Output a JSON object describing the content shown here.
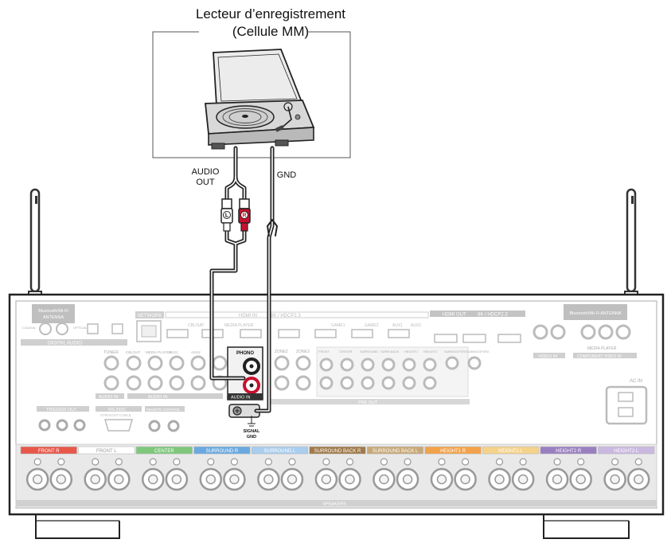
{
  "device": {
    "title_line1": "Lecteur d’enregistrement",
    "title_line2": "(Cellule MM)"
  },
  "cables": {
    "audio_out_line1": "AUDIO",
    "audio_out_line2": "OUT",
    "gnd": "GND",
    "plug_left": "L",
    "plug_right": "R"
  },
  "receiver": {
    "antenna_label": "Bluetooth/Wi-Fi ANTENNA",
    "antenna_label_left_1": "Bluetooth/Wi-Fi",
    "antenna_label_left_2": "ANTENNA",
    "network": "NETWORK",
    "hdmi_in": "HDMI IN",
    "hdmi_in_spec": "8K / HDCP2.3",
    "hdmi_out": "HDMI OUT",
    "hdmi_out_spec": "8K / HDCP2.3",
    "hdmi_inputs": [
      "CBL/SAT",
      "MEDIA PLAYER",
      "GAME1",
      "GAME2",
      "AUX1",
      "AUX2"
    ],
    "digital_audio": "DIGITAL AUDIO",
    "coaxial": "COAXIAL",
    "optical": "OPTICAL",
    "audio_in": "AUDIO IN",
    "tuner": "TUNER",
    "analog_inputs": [
      "CBL/SAT",
      "MEDIA PLAYER",
      "AUX1",
      "AUX2"
    ],
    "phono": "PHONO",
    "zones": [
      "ZONE2",
      "ZONE3"
    ],
    "pre_out": "PRE OUT",
    "pre_channels": [
      "FRONT",
      "CENTER",
      "SURROUND",
      "SURR.BACK",
      "HEIGHT1",
      "HEIGHT2",
      "SUBWOOFER1",
      "SUBWOOFER2"
    ],
    "video_in": "VIDEO IN",
    "component_video": "COMPONENT VIDEO IN",
    "media_player": "MEDIA PLAYER",
    "ac_in": "AC IN",
    "trigger_out": "TRIGGER OUT",
    "rs232c": "RS-232C",
    "straight_cable": "STRAIGHT CABLE",
    "remote_control": "REMOTE CONTROL",
    "signal_gnd_1": "SIGNAL",
    "signal_gnd_2": "GND",
    "speakers": "SPEAKERS",
    "speaker_groups": [
      {
        "label": "FRONT R",
        "color": "#e8584a"
      },
      {
        "label": "FRONT L",
        "color": "#ffffff"
      },
      {
        "label": "CENTER",
        "color": "#7fc77a"
      },
      {
        "label": "SURROUND R",
        "color": "#6aa9e0"
      },
      {
        "label": "SURROUND L",
        "color": "#a9cdee"
      },
      {
        "label": "SURROUND BACK R",
        "color": "#a07a4a"
      },
      {
        "label": "SURROUND BACK L",
        "color": "#c8a878"
      },
      {
        "label": "HEIGHT1 R",
        "color": "#f2a24a"
      },
      {
        "label": "HEIGHT1 L",
        "color": "#f5d28a"
      },
      {
        "label": "HEIGHT2 R",
        "color": "#9a7fc0"
      },
      {
        "label": "HEIGHT2 L",
        "color": "#c9b8e0"
      }
    ]
  }
}
